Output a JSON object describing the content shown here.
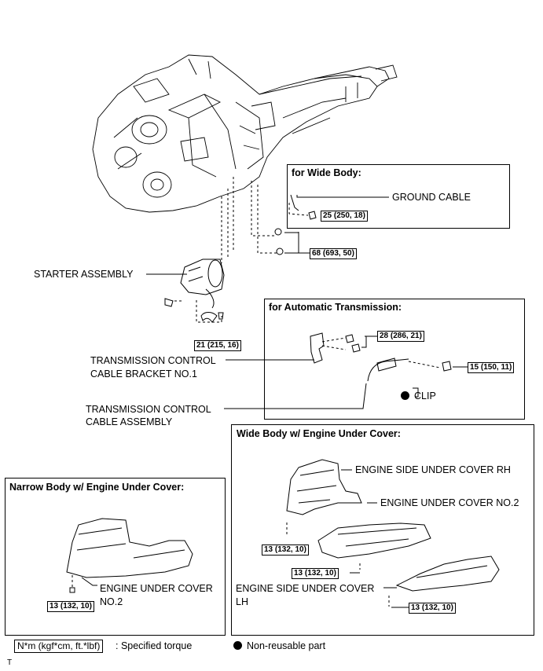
{
  "boxes": {
    "wide_body": "for Wide Body:",
    "auto_trans": "for Automatic Transmission:",
    "wide_cover": "Wide Body w/ Engine Under Cover:",
    "narrow_cover": "Narrow Body w/ Engine Under Cover:"
  },
  "labels": {
    "ground_cable": "GROUND CABLE",
    "starter": "STARTER ASSEMBLY",
    "tcc_bracket_1": "TRANSMISSION CONTROL",
    "tcc_bracket_2": "CABLE BRACKET NO.1",
    "tcc_assy_1": "TRANSMISSION CONTROL",
    "tcc_assy_2": "CABLE ASSEMBLY",
    "clip": "CLIP",
    "side_rh": "ENGINE SIDE UNDER COVER RH",
    "under_no2": "ENGINE UNDER COVER NO.2",
    "side_lh_1": "ENGINE SIDE UNDER COVER",
    "side_lh_2": "LH",
    "narrow_under_1": "ENGINE UNDER COVER",
    "narrow_under_2": "NO.2"
  },
  "torques": {
    "t1": "25 (250, 18)",
    "t2": "68 (693, 50)",
    "t3": "21 (215, 16)",
    "t4": "28 (286, 21)",
    "t5": "15 (150, 11)",
    "t6": "13 (132, 10)",
    "t7": "13 (132, 10)",
    "t8": "13 (132, 10)",
    "t9": "13 (132, 10)"
  },
  "legend": {
    "torque_unit": "N*m (kgf*cm, ft.*lbf)",
    "torque_desc": ": Specified torque",
    "nonreusable": "Non-reusable part",
    "corner_mark": "T"
  }
}
